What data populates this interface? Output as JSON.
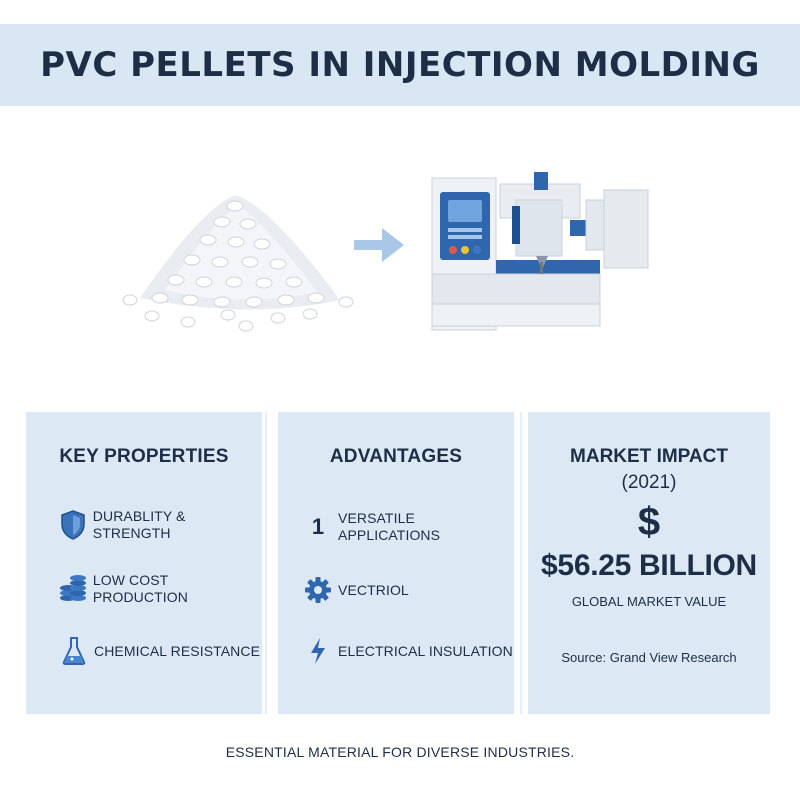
{
  "title": "PVC PELLETS IN INJECTION MOLDING",
  "hero": {
    "pellets_icon": "pvc-pellet-pile",
    "arrow_icon": "arrow-right",
    "machine_icon": "injection-molding-machine"
  },
  "key_properties": {
    "heading": "KEY PROPERTIES",
    "items": [
      {
        "icon": "shield-icon",
        "label": "DURABLITY & STRENGTH"
      },
      {
        "icon": "coins-icon",
        "label": "LOW COST PRODUCTION"
      },
      {
        "icon": "flask-icon",
        "label": "CHEMICAL RESISTANCE"
      }
    ]
  },
  "advantages": {
    "heading": "ADVANTAGES",
    "items": [
      {
        "icon": "number",
        "marker": "1",
        "label_line1": "VERSATILE",
        "label_line2": "APPLICATIONS"
      },
      {
        "icon": "gear-icon",
        "label": "VECTRIOL"
      },
      {
        "icon": "lightning-icon",
        "label": "ELECTRICAL INSULATION"
      }
    ]
  },
  "market": {
    "heading_line1": "MARKET IMPACT",
    "heading_line2": "(2021)",
    "symbol": "$",
    "value": "$56.25 BILLION",
    "caption": "GLOBAL MARKET VALUE",
    "source": "Source: Grand View Research"
  },
  "footer": "ESSENTIAL MATERIAL FOR DIVERSE INDUSTRIES.",
  "colors": {
    "banner": "#d9e7f4",
    "panel": "#dce8f4",
    "accent_blue": "#2f66ad",
    "dark_text": "#1d2e46"
  }
}
